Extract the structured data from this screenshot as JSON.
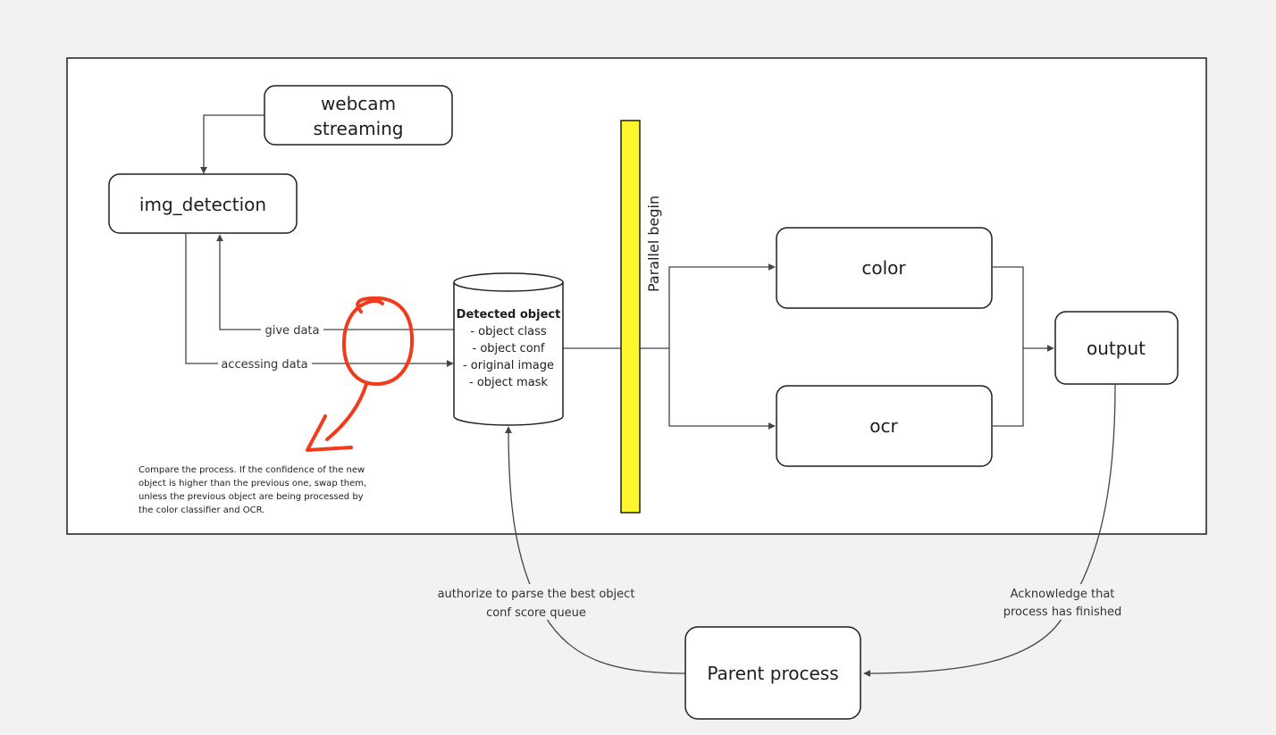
{
  "nodes": {
    "webcam": [
      "webcam",
      "streaming"
    ],
    "img_detection": "img_detection",
    "database": {
      "title": "Detected object",
      "fields": [
        "- object class",
        "- object conf",
        "- original image",
        "- object mask"
      ]
    },
    "parallel_bar": "Parallel begin",
    "color": "color",
    "ocr": "ocr",
    "output": "output",
    "parent": "Parent process"
  },
  "edges": {
    "give_data": "give data",
    "accessing_data": "accessing data",
    "authorize": [
      "authorize to parse the best object",
      "conf score queue"
    ],
    "acknowledge": [
      "Acknowledge that",
      "process has finished"
    ]
  },
  "note": "Compare the process. If the confidence of the new object is higher than the previous one, swap them, unless the previous object are being processed by the color classifier and OCR.",
  "colors": {
    "background": "#f2f2f2",
    "frame_stroke": "#1e1e1e",
    "node_stroke": "#1e1e1e",
    "edge_stroke": "#444444",
    "parallel_bar_fill": "#fff72e",
    "annotation_red": "#f03c1c"
  }
}
